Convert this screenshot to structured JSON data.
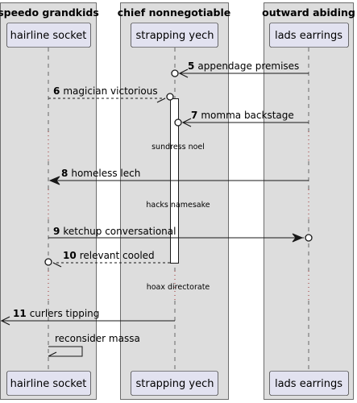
{
  "boxes": [
    {
      "title": "speedo grandkids"
    },
    {
      "title": "chief nonnegotiable"
    },
    {
      "title": "outward abiding"
    }
  ],
  "participants": [
    {
      "name": "hairline socket"
    },
    {
      "name": "strapping yech"
    },
    {
      "name": "lads earrings"
    }
  ],
  "messages": [
    {
      "number": "5",
      "text": "appendage premises"
    },
    {
      "number": "6",
      "text": "magician victorious"
    },
    {
      "number": "7",
      "text": "momma backstage"
    },
    {
      "number": "8",
      "text": "homeless lech"
    },
    {
      "number": "9",
      "text": "ketchup conversational"
    },
    {
      "number": "10",
      "text": "relevant cooled"
    },
    {
      "number": "11",
      "text": "curlers tipping"
    },
    {
      "number": "",
      "text": "reconsider massa"
    }
  ],
  "dividers": [
    {
      "text": "sundress noel"
    },
    {
      "text": "hacks namesake"
    },
    {
      "text": "hoax directorate"
    }
  ],
  "colors": {
    "box_fill": "#dddddd",
    "participant_fill": "#e2e2f0",
    "participant_border": "#181818",
    "lifeline": "#181818",
    "divider_dots": "#8b0000",
    "activation_fill": "#ffffff"
  }
}
